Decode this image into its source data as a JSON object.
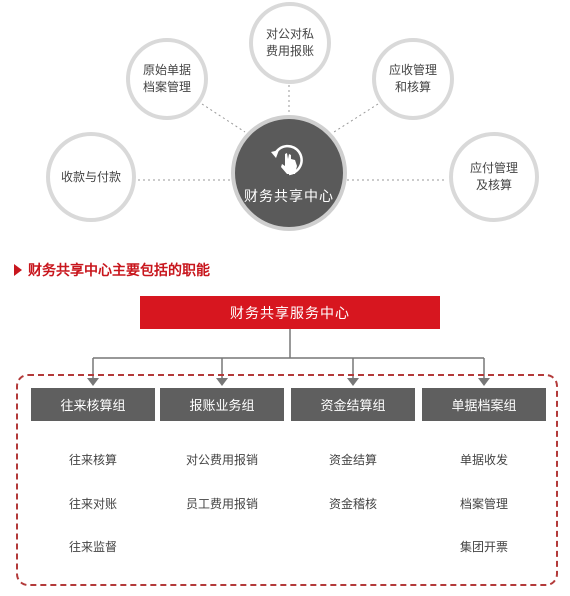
{
  "hub": {
    "label": "财务共享中心",
    "icon": "touch-refresh-icon"
  },
  "satellites": {
    "top": "对公对私\n费用报账",
    "upper_left": "原始单据\n档案管理",
    "upper_right": "应收管理\n和核算",
    "left": "收款与付款",
    "right": "应付管理\n及核算"
  },
  "section": {
    "title": "财务共享中心主要包括的职能"
  },
  "center_box": {
    "label": "财务共享服务中心"
  },
  "groups": [
    {
      "title": "往来核算组",
      "items": [
        "往来核算",
        "往来对账",
        "往来监督"
      ]
    },
    {
      "title": "报账业务组",
      "items": [
        "对公费用报销",
        "员工费用报销"
      ]
    },
    {
      "title": "资金结算组",
      "items": [
        "资金结算",
        "资金稽核"
      ]
    },
    {
      "title": "单据档案组",
      "items": [
        "单据收发",
        "档案管理",
        "集团开票"
      ]
    }
  ],
  "colors": {
    "accent_red": "#d7161f",
    "hub_gray": "#5a5a5a",
    "group_gray": "#5f5f5f",
    "ring_gray": "#d9d9d9"
  }
}
